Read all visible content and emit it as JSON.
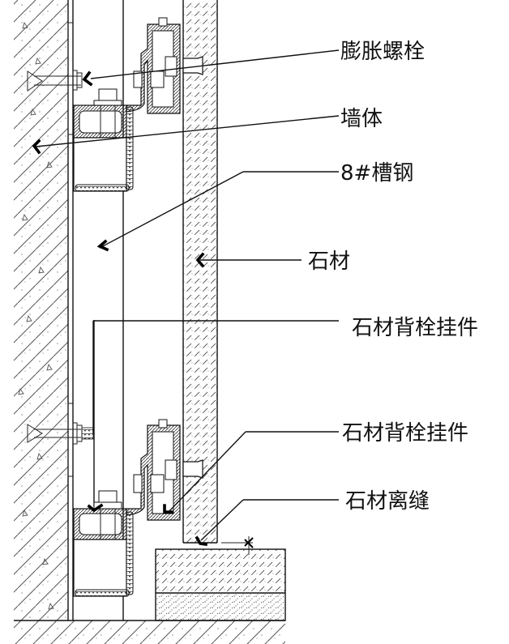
{
  "title": "石材幕墙背栓挂件节点剖面",
  "colors": {
    "line": "#111111",
    "background": "#ffffff",
    "hatch": "#444444"
  },
  "labels": [
    {
      "id": "expansion-bolt",
      "text": "膨胀螺栓"
    },
    {
      "id": "wall",
      "text": "墙体"
    },
    {
      "id": "channel-steel",
      "text": "8#槽钢"
    },
    {
      "id": "stone",
      "text": "石材"
    },
    {
      "id": "back-bolt-hanger-upper",
      "text": "石材背栓挂件"
    },
    {
      "id": "back-bolt-hanger-lower",
      "text": "石材背栓挂件"
    },
    {
      "id": "stone-gap",
      "text": "石材离缝"
    }
  ],
  "components": [
    {
      "name": "concrete-wall",
      "material": "concrete"
    },
    {
      "name": "channel-steel-8",
      "material": "steel"
    },
    {
      "name": "aluminum-hanger",
      "material": "aluminum",
      "count": 2
    },
    {
      "name": "stone-panel",
      "material": "stone"
    },
    {
      "name": "floor-base",
      "material": "stone-on-mortar"
    }
  ]
}
